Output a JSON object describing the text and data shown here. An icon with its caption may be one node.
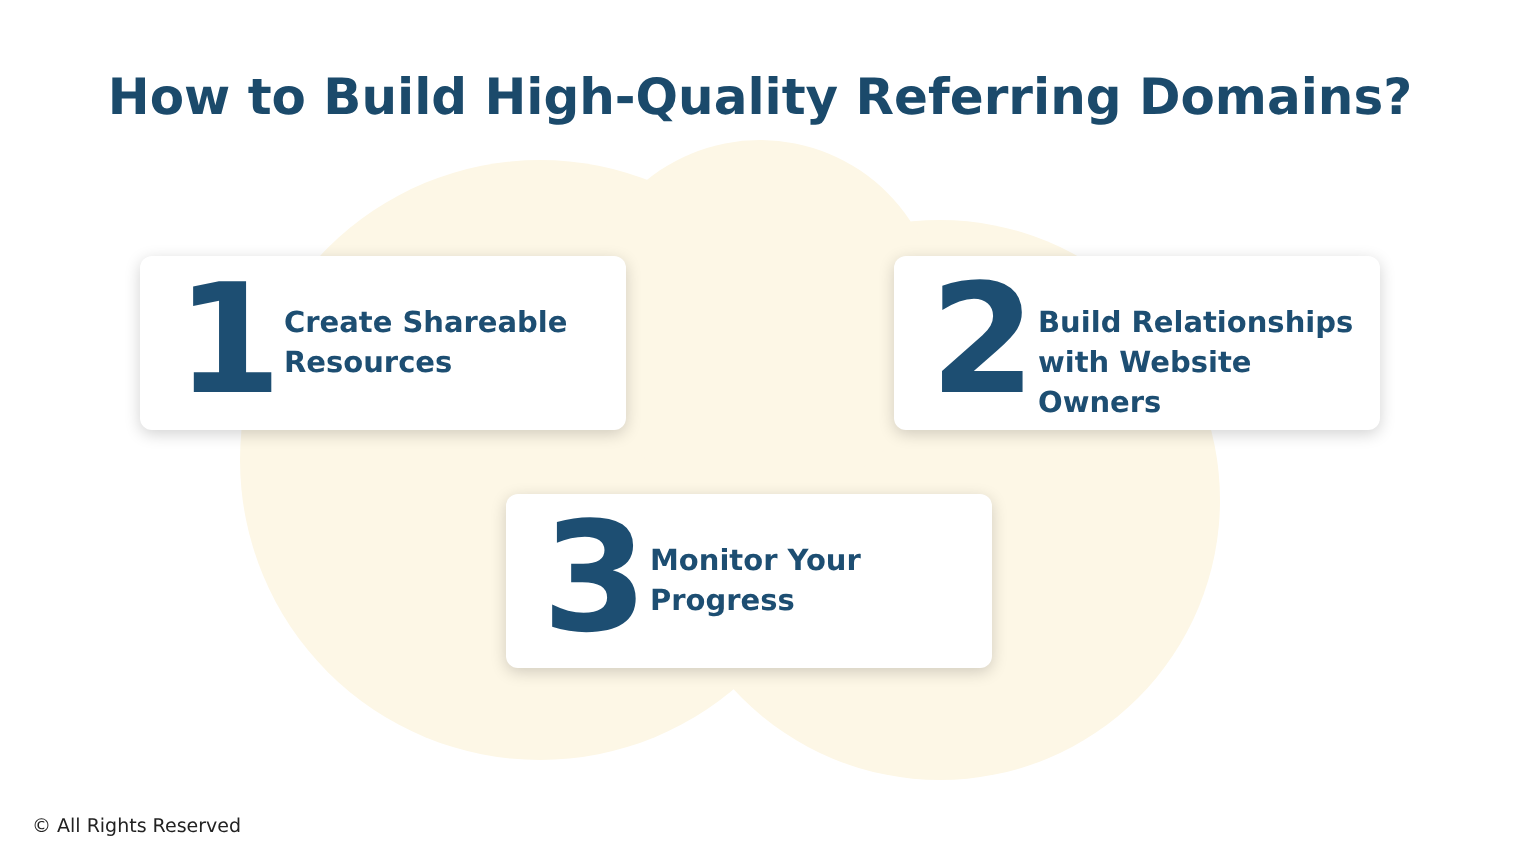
{
  "diagram": {
    "title": "How to Build High-Quality Referring Domains?",
    "nodes": [
      {
        "text": [
          "1",
          "Create Shareable Resources"
        ]
      },
      {
        "text": [
          "2",
          "Build Relationships with Website Owners"
        ]
      },
      {
        "text": [
          "3",
          "Monitor Your Progress"
        ]
      }
    ],
    "labels": [
      "© All Rights Reserved"
    ]
  }
}
